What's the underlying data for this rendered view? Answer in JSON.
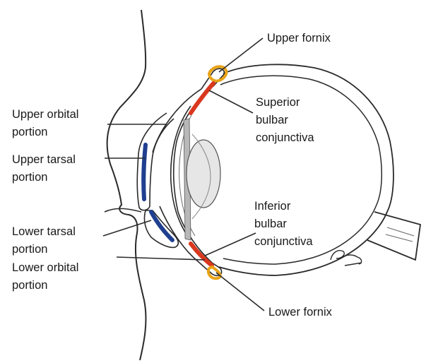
{
  "labels": {
    "upper_fornix": "Upper fornix",
    "superior_bulbar": [
      "Superior",
      "bulbar",
      "conjunctiva"
    ],
    "upper_orbital": [
      "Upper orbital",
      "portion"
    ],
    "upper_tarsal": [
      "Upper tarsal",
      "portion"
    ],
    "inferior_bulbar": [
      "Inferior",
      "bulbar",
      "conjunctiva"
    ],
    "lower_tarsal": [
      "Lower tarsal",
      "portion"
    ],
    "lower_orbital": [
      "Lower orbital",
      "portion"
    ],
    "lower_fornix": "Lower fornix"
  },
  "colors": {
    "fornix": "#e8a317",
    "bulbar": "#d9381e",
    "tarsal": "#1f3f8f",
    "outline": "#2a2a2a"
  }
}
